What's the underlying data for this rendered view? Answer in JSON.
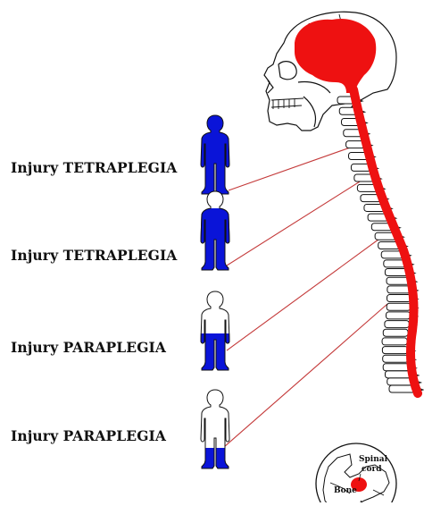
{
  "injuries": [
    {
      "label": "Injury TETRAPLEGIA",
      "figure": "full-paralysis"
    },
    {
      "label": "Injury TETRAPLEGIA",
      "figure": "paralysis-below-neck"
    },
    {
      "label": "Injury PARAPLEGIA",
      "figure": "paralysis-below-waist"
    },
    {
      "label": "Injury PARAPLEGIA",
      "figure": "paralysis-legs"
    }
  ],
  "inset": {
    "spinal_label_line1": "Spinal",
    "spinal_label_line2": "cord",
    "bone_label": "Bone"
  },
  "colors": {
    "paralysis_fill": "#0a14d8",
    "nervous_system": "#ee1111",
    "connector": "#c43a3a",
    "outline": "#111111"
  }
}
